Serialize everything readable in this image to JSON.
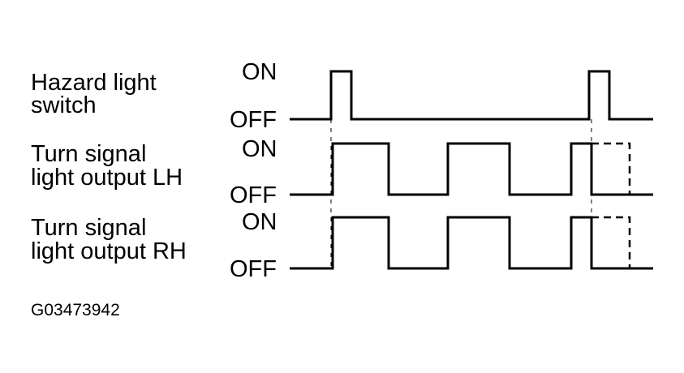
{
  "signals": [
    {
      "label_lines": [
        "Hazard light",
        "switch"
      ],
      "on_label": "ON",
      "off_label": "OFF"
    },
    {
      "label_lines": [
        "Turn signal",
        "light output LH"
      ],
      "on_label": "ON",
      "off_label": "OFF"
    },
    {
      "label_lines": [
        "Turn signal",
        "light output RH"
      ],
      "on_label": "ON",
      "off_label": "OFF"
    }
  ],
  "figure_id": "G03473942"
}
